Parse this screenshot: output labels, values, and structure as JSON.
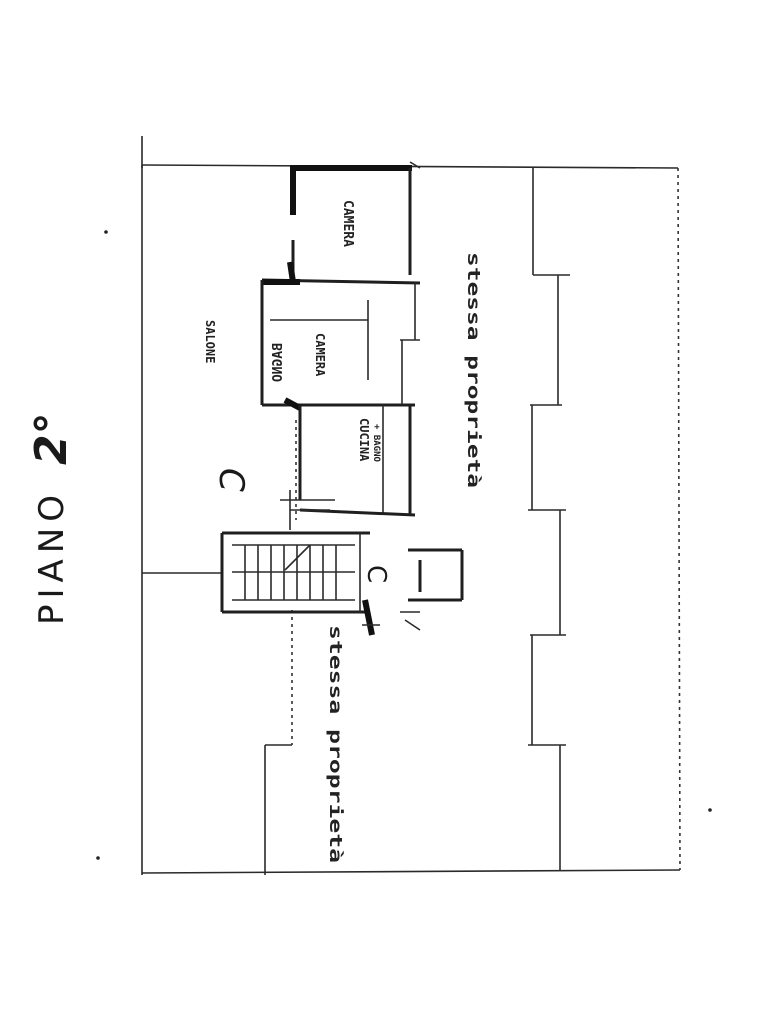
{
  "plan": {
    "title": "PIANO",
    "floor_mark": "2°",
    "rooms": {
      "camera_1": "CAMERA",
      "bagno": "BAGNO",
      "camera_2": "CAMERA",
      "salone": "SALONE",
      "cucina": "CUCINA",
      "cucina_sub": "+ BAGNO"
    },
    "markers": {
      "c_small": "C",
      "c_hand": "C"
    },
    "neighbors": {
      "right": "stessa proprietà",
      "left": "stessa proprietà"
    }
  }
}
